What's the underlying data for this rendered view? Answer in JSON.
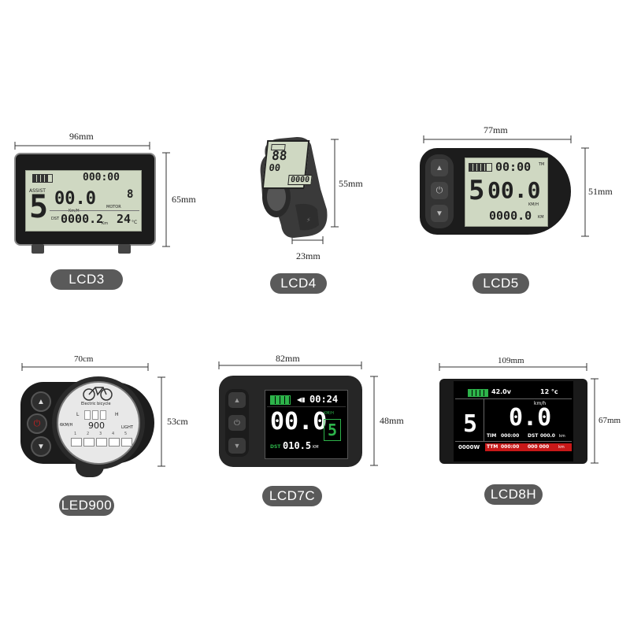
{
  "products": [
    {
      "label": "LCD3",
      "width_dim": "96mm",
      "height_dim": "65mm",
      "screen": {
        "time": "000:00",
        "assist_label": "ASSIST",
        "assist": "5",
        "speed": "00.0",
        "speed_unit": "Km/H",
        "motor_label": "MOTOR",
        "motor": "8",
        "dst_label": "DST",
        "dst": "0000.2",
        "dst_unit": "Km",
        "temp": "24",
        "temp_unit": "°C"
      }
    },
    {
      "label": "LCD4",
      "width_dim": "23mm",
      "height_dim": "55mm",
      "screen": {
        "speed": "88",
        "line2": "00",
        "line3": "0000"
      }
    },
    {
      "label": "LCD5",
      "width_dim": "77mm",
      "height_dim": "51mm",
      "screen": {
        "time": "00:00",
        "tm": "TM",
        "assist": "5",
        "speed": "00.0",
        "speed_unit": "KM/H",
        "odo": "0000.0",
        "odo_unit": "KM"
      }
    },
    {
      "label": "LED900",
      "width_dim": "70cm",
      "height_dim": "53cm",
      "screen": {
        "title": "Electric bicycle",
        "l": "L",
        "h": "H",
        "speed_label": "6KM/H",
        "light_label": "LIGHT",
        "power": "900",
        "levels": [
          "1",
          "2",
          "3",
          "4",
          "5"
        ]
      }
    },
    {
      "label": "LCD7C",
      "width_dim": "82mm",
      "height_dim": "48mm",
      "screen": {
        "time": "00:24",
        "speed": "00.0",
        "speed_unit": "KM/H",
        "assist": "5",
        "dst_label": "DST",
        "dst": "010.5",
        "dst_unit": "KM"
      }
    },
    {
      "label": "LCD8H",
      "width_dim": "109mm",
      "height_dim": "67mm",
      "screen": {
        "voltage": "42.0v",
        "temp": "12 °c",
        "assist": "5",
        "speed": "0.0",
        "speed_unit": "km/h",
        "power": "0000W",
        "tim_label": "TIM",
        "tim": "000:00",
        "dst_label": "DST",
        "dst": "000.0",
        "dst_unit": "km",
        "ttm_label": "TTM",
        "ttm": "000:00",
        "odo": "000 000",
        "odo_unit": "km"
      }
    }
  ],
  "colors": {
    "label_bg": "#5a5a5a",
    "lcd_green": "#cfd8c2",
    "color_screen_green": "#2db34a",
    "ttm_red": "#c81818"
  }
}
